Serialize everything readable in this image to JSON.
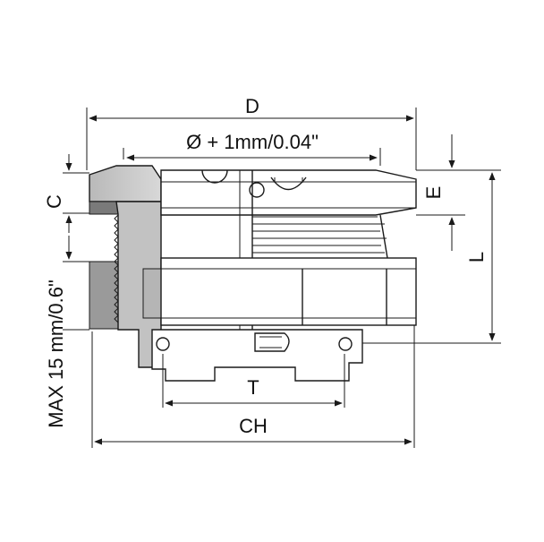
{
  "labels": {
    "D": "D",
    "diameter": "Ø + 1mm/0.04\"",
    "E": "E",
    "C": "C",
    "L": "L",
    "T": "T",
    "CH": "CH",
    "max_thickness": "MAX 15 mm/0.6\""
  },
  "colors": {
    "line": "#1a1a1a",
    "section_light": "#c8c8c8",
    "section_mid": "#9a9a9a",
    "section_dark": "#6f6f6f"
  }
}
